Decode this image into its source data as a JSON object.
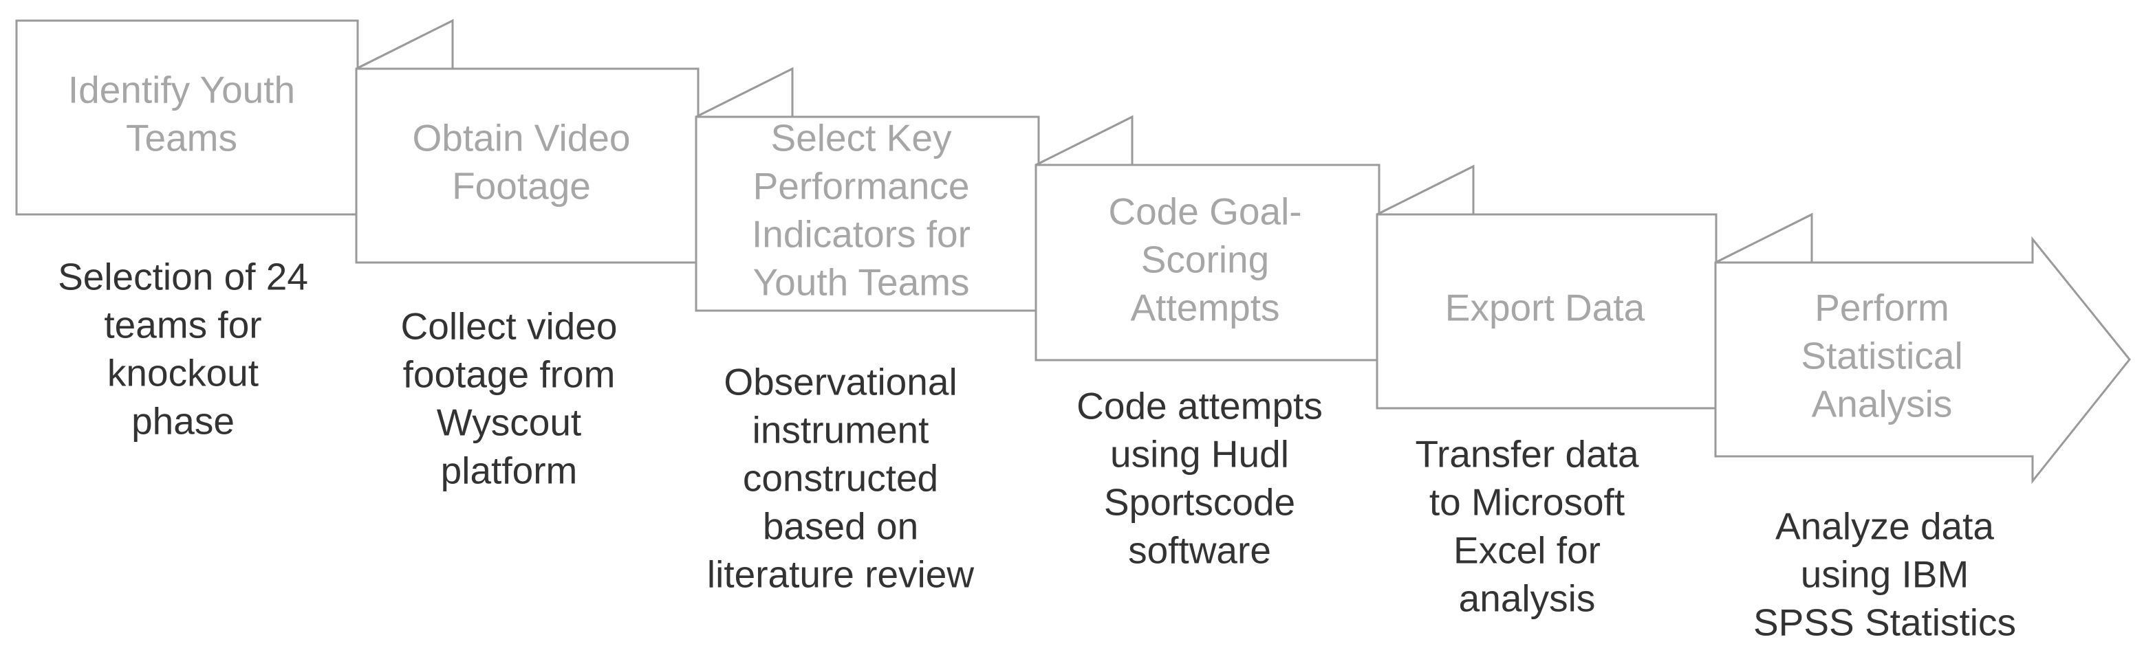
{
  "steps": [
    {
      "title": [
        "Identify Youth",
        "Teams"
      ],
      "description": [
        "Selection of 24",
        "teams for",
        "knockout",
        "phase"
      ]
    },
    {
      "title": [
        "Obtain Video",
        "Footage"
      ],
      "description": [
        "Collect video",
        "footage from",
        "Wyscout",
        "platform"
      ]
    },
    {
      "title": [
        "Select Key",
        "Performance",
        "Indicators for",
        "Youth Teams"
      ],
      "description": [
        "Observational",
        "instrument",
        "constructed",
        "based on",
        "literature review"
      ]
    },
    {
      "title": [
        "Code Goal-",
        "Scoring",
        "Attempts"
      ],
      "description": [
        "Code attempts",
        "using Hudl",
        "Sportscode",
        "software"
      ]
    },
    {
      "title": [
        "Export Data"
      ],
      "description": [
        "Transfer data",
        "to Microsoft",
        "Excel for",
        "analysis"
      ]
    },
    {
      "title": [
        "Perform",
        "Statistical",
        "Analysis"
      ],
      "description": [
        "Analyze data",
        "using IBM",
        "SPSS Statistics"
      ]
    }
  ]
}
